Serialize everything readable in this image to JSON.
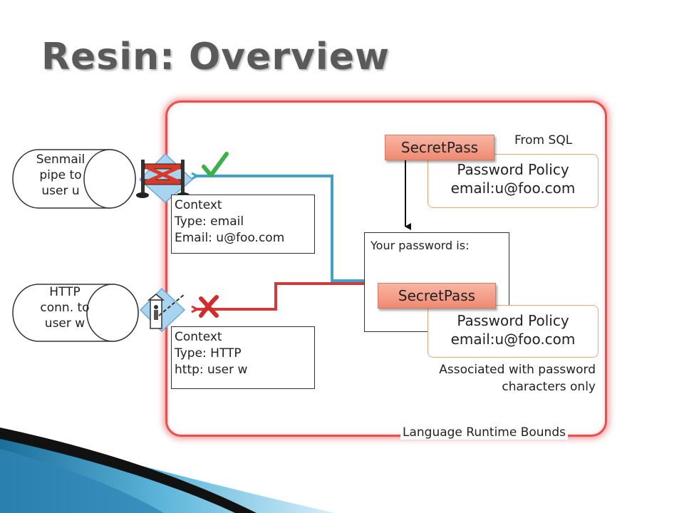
{
  "title": "Resin: Overview",
  "colors": {
    "boundary": "#e84f4f",
    "allowed_flow": "#3da3c8",
    "blocked_flow": "#d23a3a",
    "check_mark": "#3cb04a",
    "cross_mark": "#d12b2b",
    "secret_fill": "#f19a85",
    "policy_border": "#f0a27d"
  },
  "channels": [
    {
      "label": [
        "Senmail",
        "pipe to",
        "user u"
      ],
      "gate_icon": "barrier-gate-icon",
      "result_icon": "check-mark-icon"
    },
    {
      "label": [
        "HTTP",
        "conn. to",
        "user w"
      ],
      "gate_icon": "guard-booth-icon",
      "result_icon": "cross-mark-icon"
    }
  ],
  "contexts": [
    {
      "lines": [
        "Context",
        "Type: email",
        "Email: u@foo.com"
      ]
    },
    {
      "lines": [
        "Context",
        "Type: HTTP",
        "http: user w"
      ]
    }
  ],
  "source_note": "From SQL",
  "secret_top": "SecretPass",
  "policy_top": {
    "lines": [
      "Password Policy",
      "email:u@foo.com"
    ]
  },
  "password_box_label": "Your password is:",
  "secret_bottom": "SecretPass",
  "policy_bottom": {
    "lines": [
      "Password Policy",
      "email:u@foo.com"
    ]
  },
  "association_note": [
    "Associated with password",
    "characters only"
  ],
  "boundary_label": "Language Runtime Bounds"
}
